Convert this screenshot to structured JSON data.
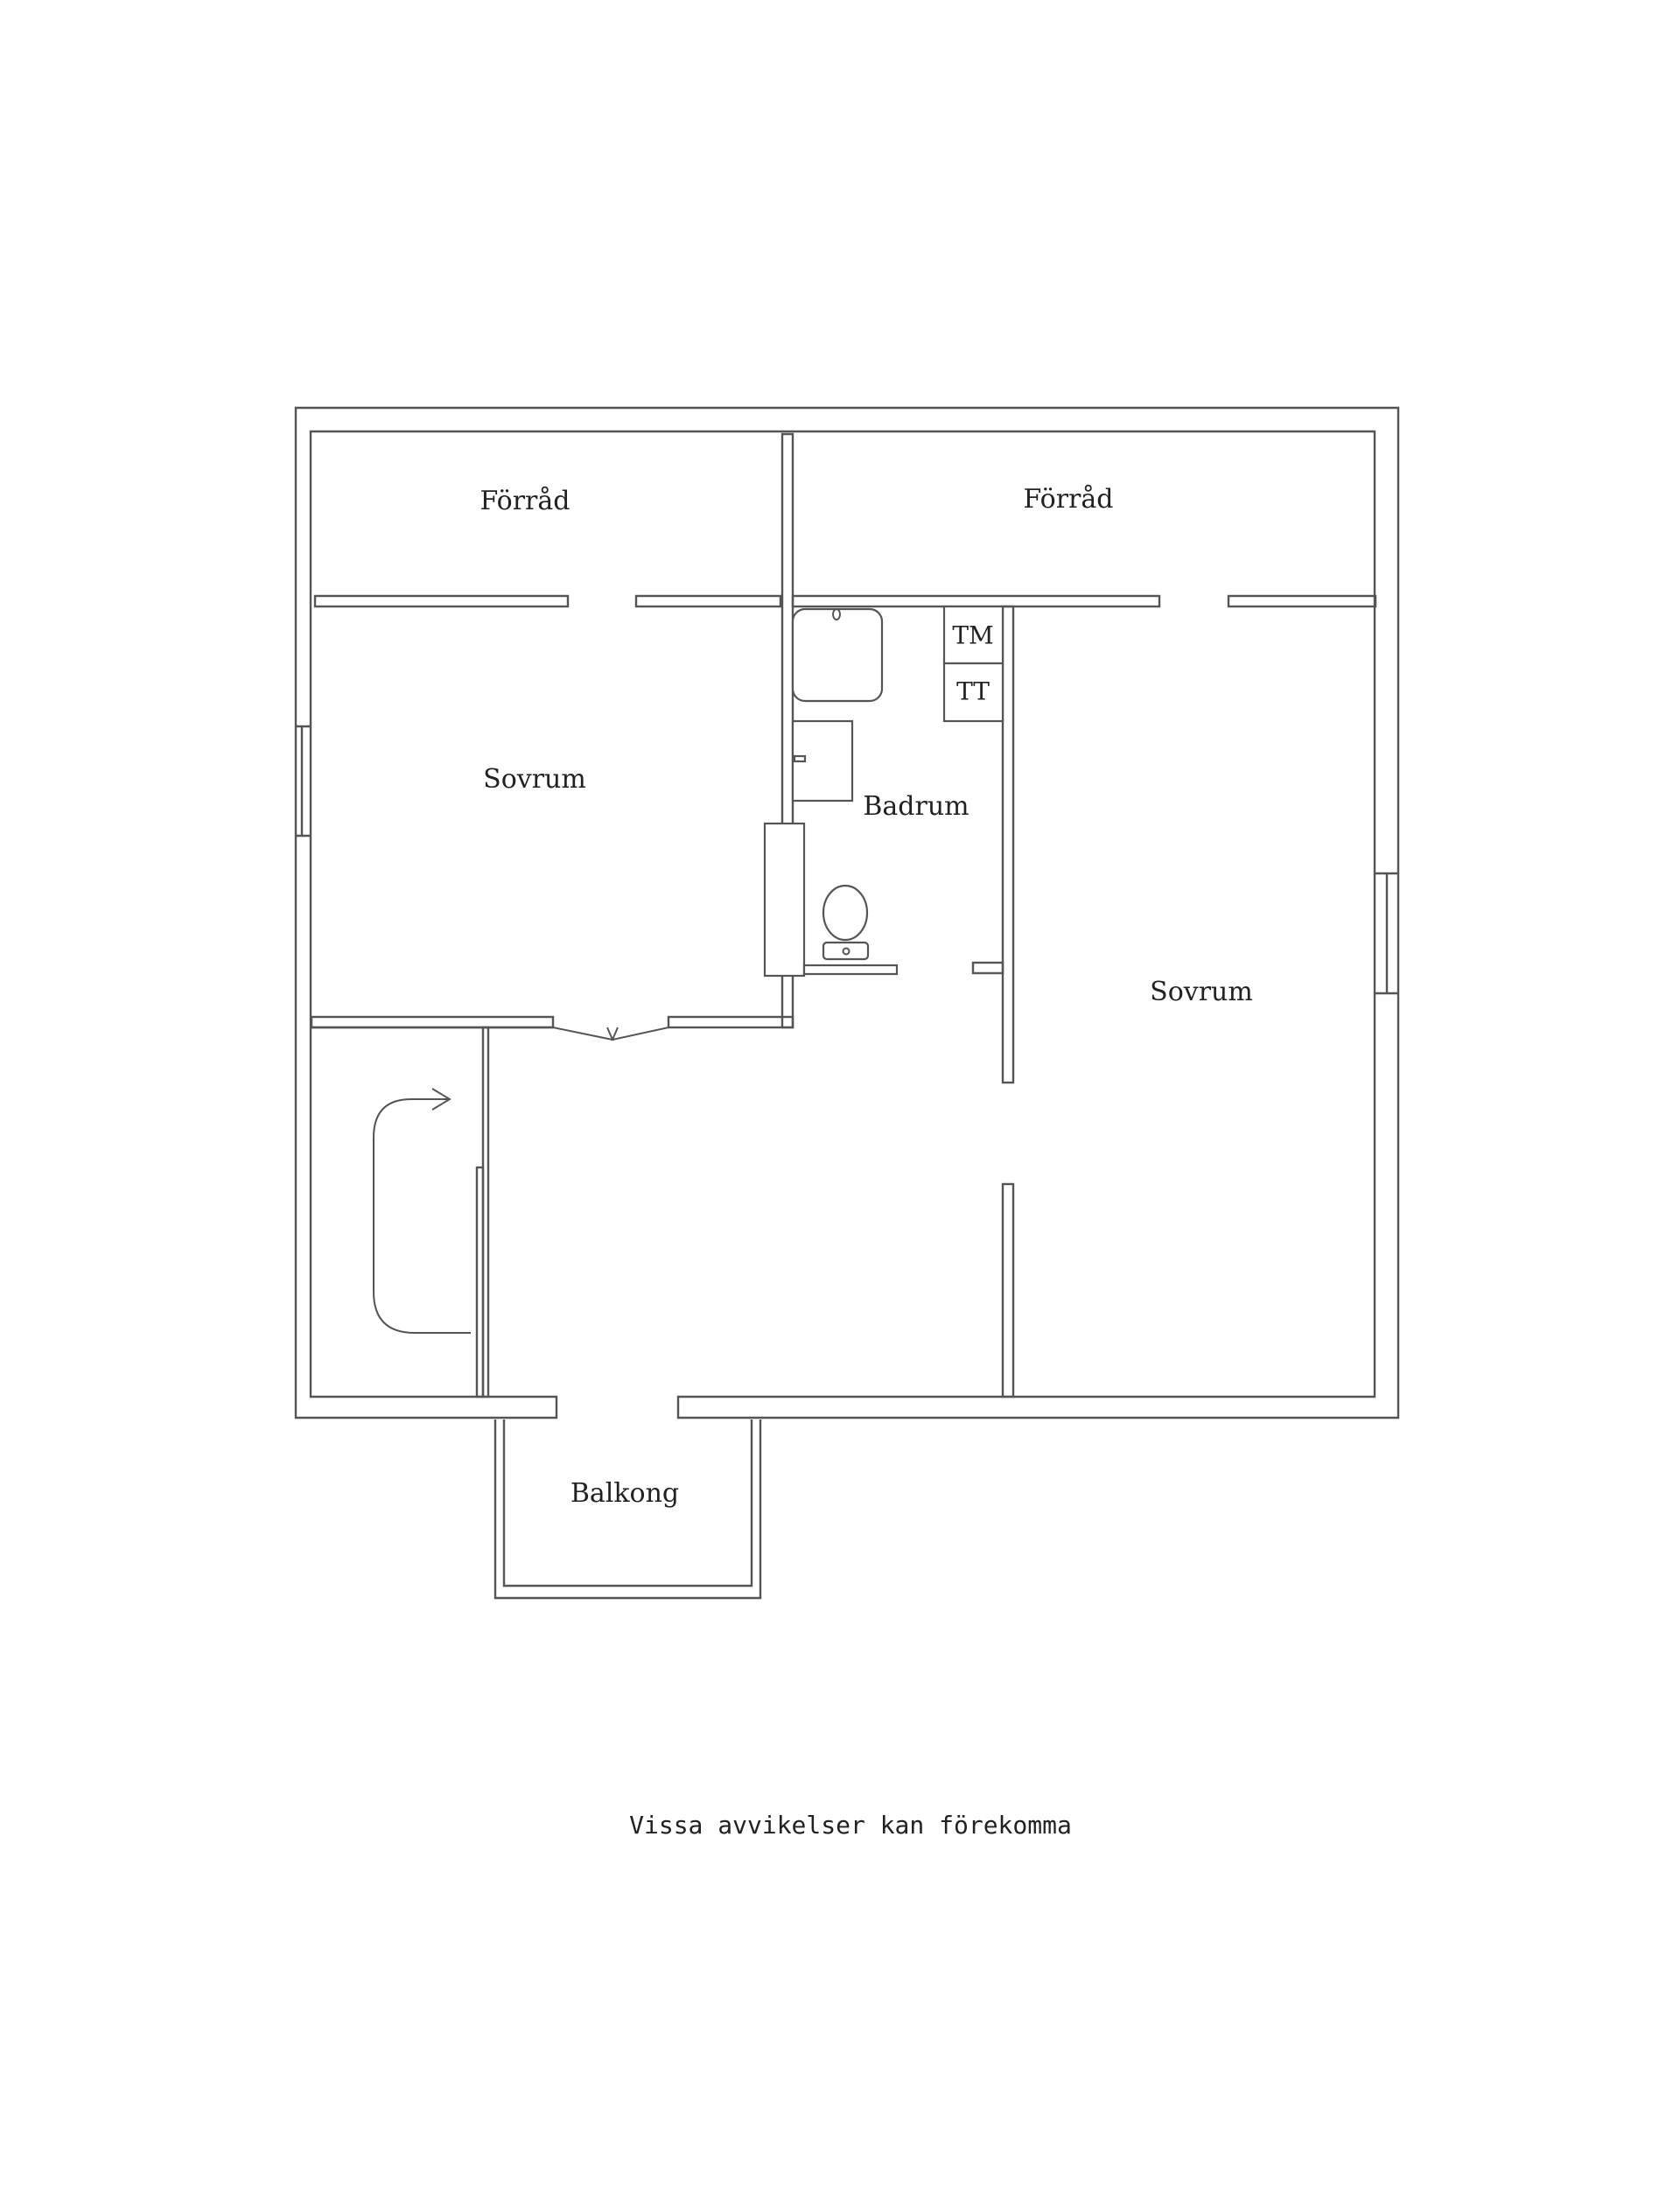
{
  "rooms": {
    "storage_left": "Förråd",
    "storage_right": "Förråd",
    "bedroom_left": "Sovrum",
    "bathroom": "Badrum",
    "bedroom_right": "Sovrum",
    "balcony": "Balkong"
  },
  "fixtures": {
    "washer": "TM",
    "dryer": "TT"
  },
  "disclaimer": "Vissa avvikelser kan förekomma"
}
